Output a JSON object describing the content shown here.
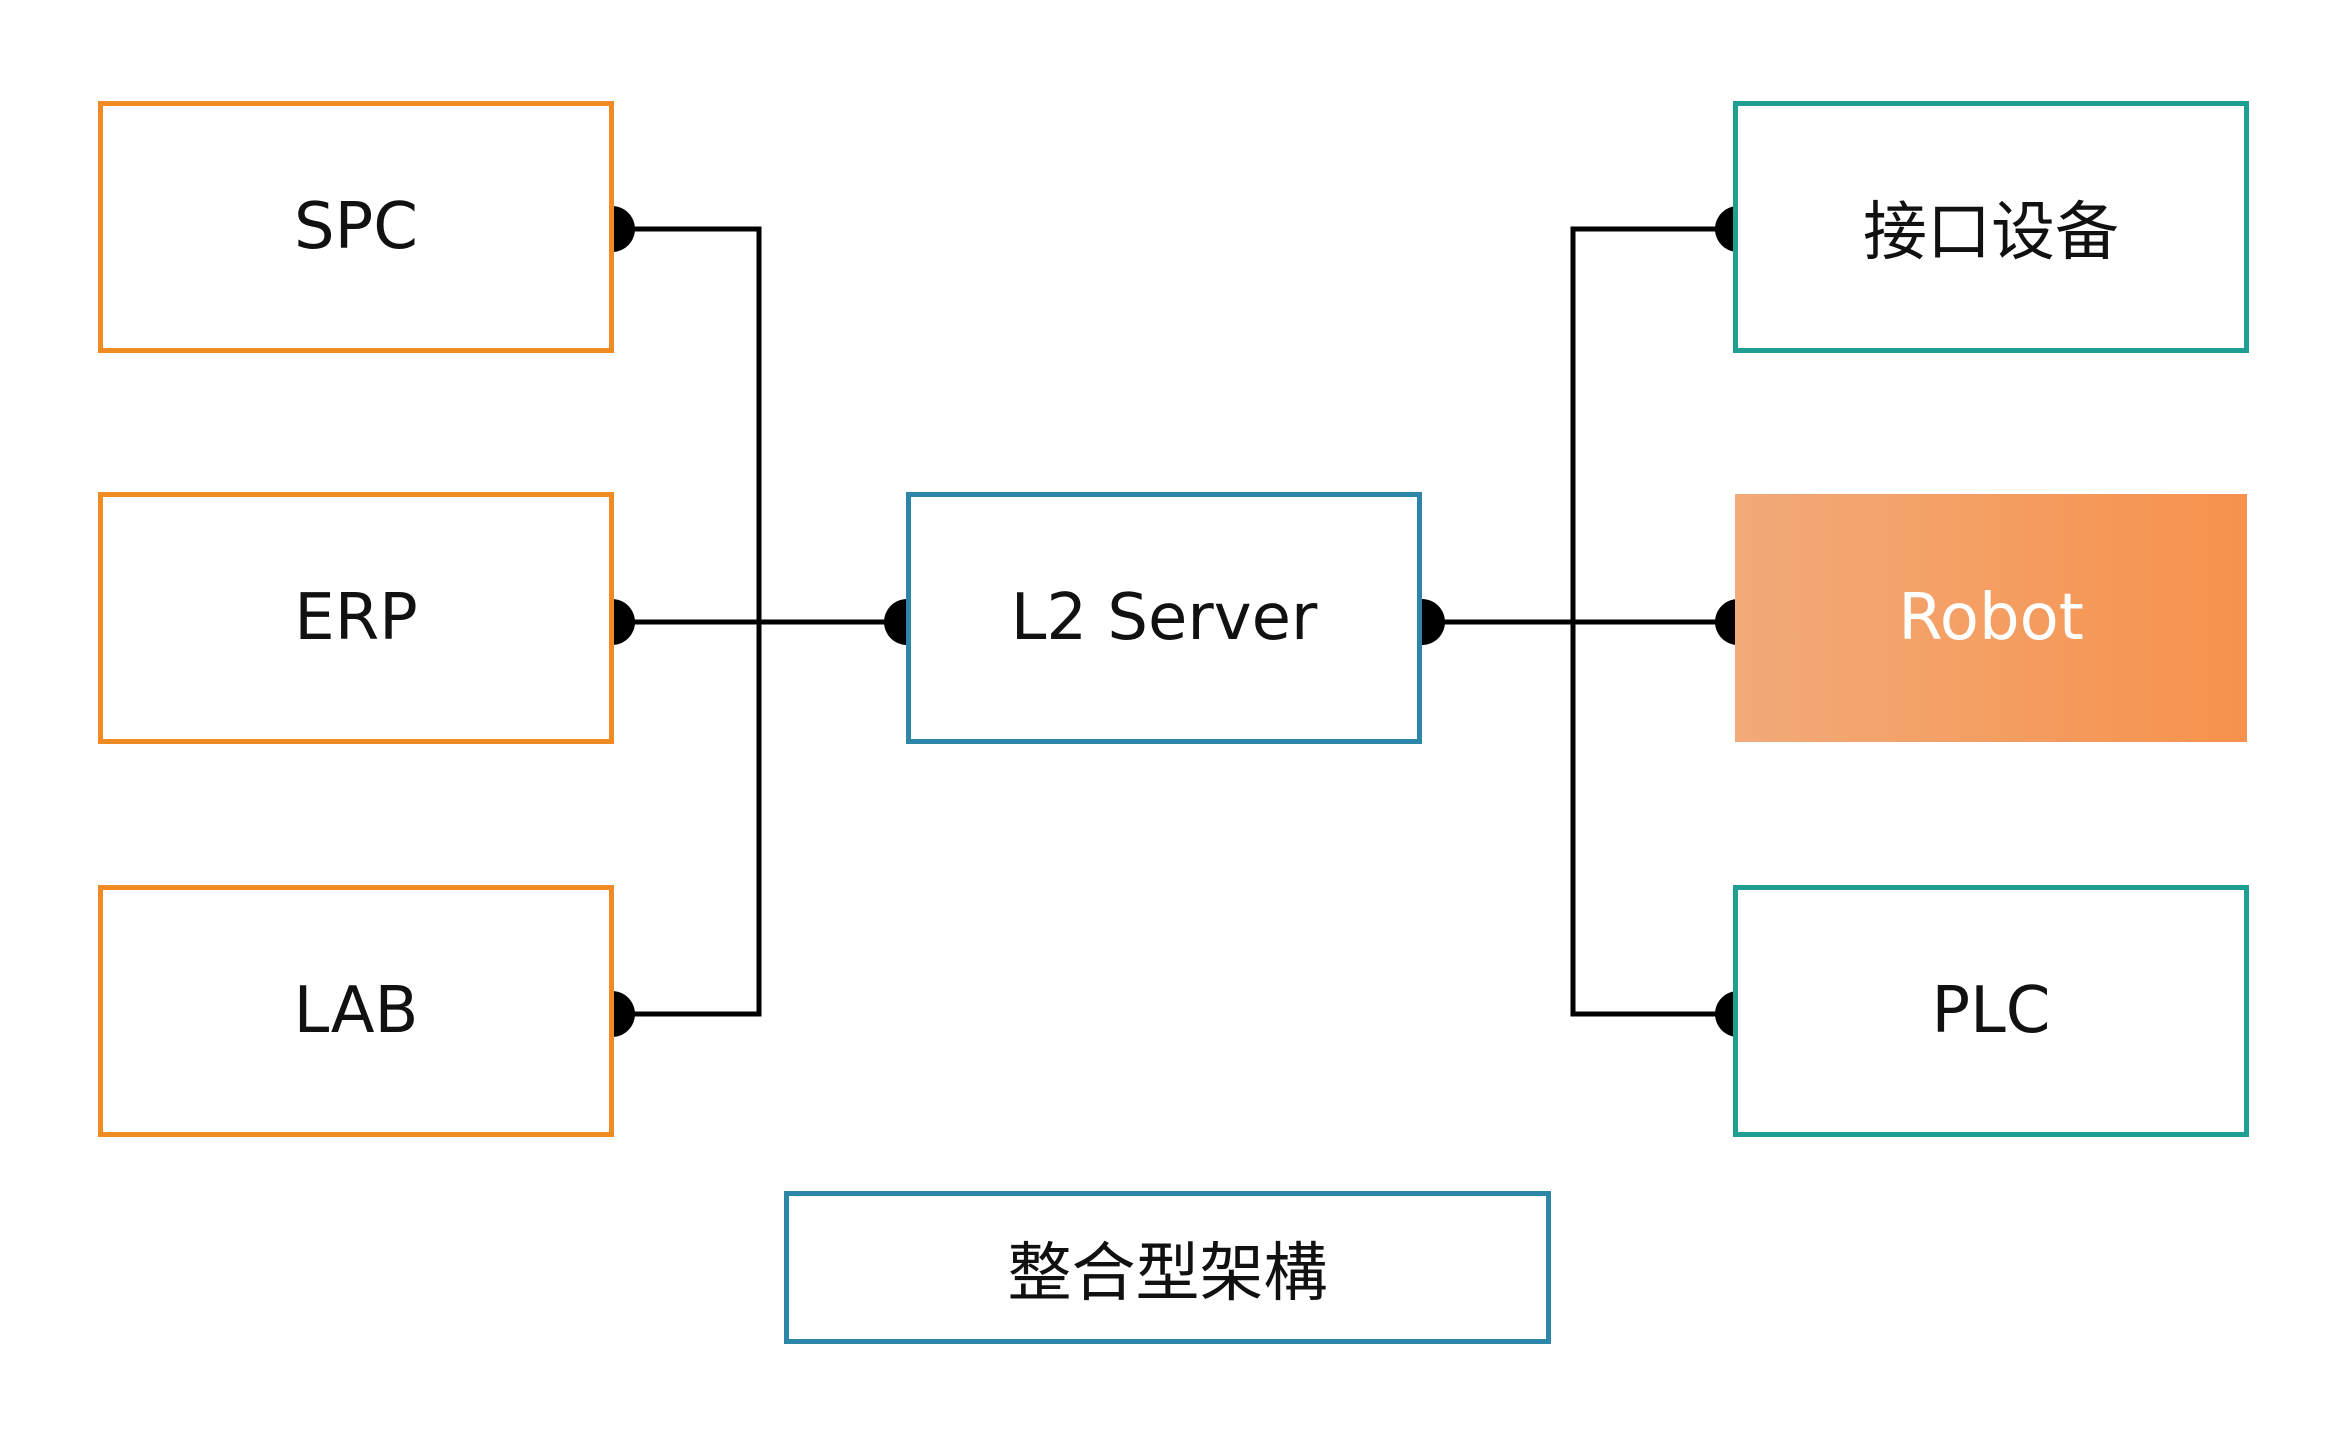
{
  "colors": {
    "source_border": "#F08A24",
    "target_border": "#1F9E93",
    "server_border": "#2C86A8",
    "highlight_gradient_start": "#F2AA79",
    "highlight_gradient_end": "#F6924C",
    "connector": "#000000"
  },
  "left_nodes": [
    {
      "label": "SPC"
    },
    {
      "label": "ERP"
    },
    {
      "label": "LAB"
    }
  ],
  "center_node": {
    "label": "L2 Server"
  },
  "right_nodes": [
    {
      "label": "接口设备",
      "highlighted": false
    },
    {
      "label": "Robot",
      "highlighted": true
    },
    {
      "label": "PLC",
      "highlighted": false
    }
  ],
  "caption": {
    "label": "整合型架構"
  }
}
